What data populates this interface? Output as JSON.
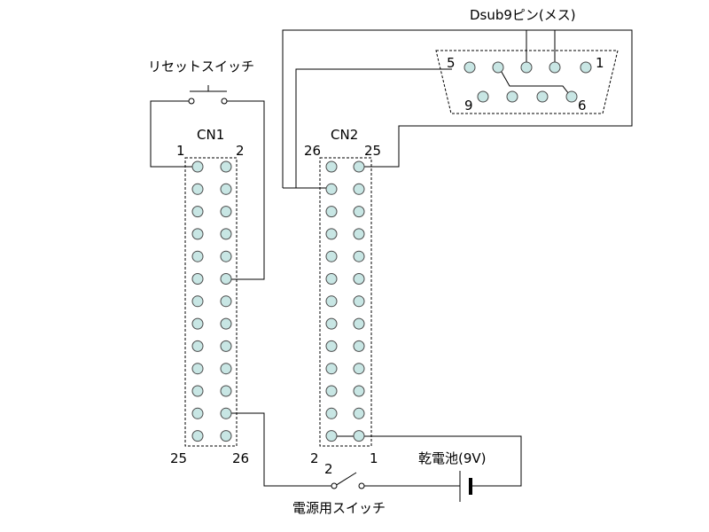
{
  "colors": {
    "pin_fill": "#c8e6e4",
    "pin_stroke": "#4a4a4a",
    "line": "#000000",
    "background": "#ffffff"
  },
  "reset_switch": {
    "label": "リセットスイッチ"
  },
  "power_switch": {
    "label": "電源用スイッチ",
    "pin_left": "2",
    "pin_right": "1"
  },
  "battery": {
    "label": "乾電池(9V)"
  },
  "cn1": {
    "label": "CN1",
    "pin_top_left": "1",
    "pin_top_right": "2",
    "pin_bottom_left": "25",
    "pin_bottom_right": "26",
    "pin_count": 26
  },
  "cn2": {
    "label": "CN2",
    "pin_top_left": "26",
    "pin_top_right": "25",
    "pin_bottom_left": "2",
    "pin_bottom_right": "1",
    "pin_count": 26
  },
  "dsub": {
    "label": "Dsub9ピン(メス)",
    "pin_5": "5",
    "pin_1": "1",
    "pin_9": "9",
    "pin_6": "6",
    "pin_count": 9
  }
}
